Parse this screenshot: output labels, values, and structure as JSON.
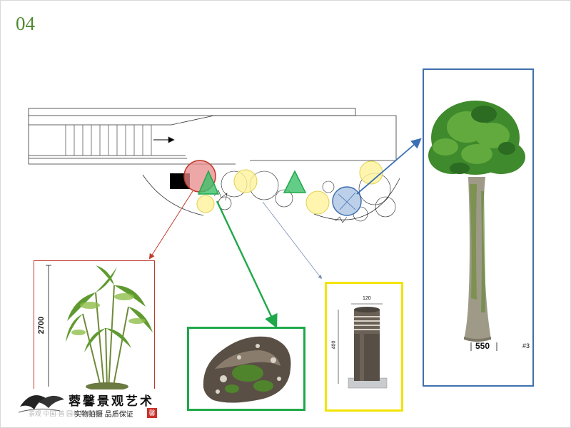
{
  "page": {
    "number": "04"
  },
  "colors": {
    "palm_box": "#c0392b",
    "rock_box": "#1fa84a",
    "lamp_box": "#f2e400",
    "tree_box": "#3f6fae",
    "arrow_blue": "#3a6fb5",
    "arrow_green": "#1fa84a",
    "arrow_red": "#c0392b"
  },
  "items": {
    "palm": {
      "height_label": "2700"
    },
    "lamp": {
      "width_label": "120",
      "height_label": "400"
    },
    "tree": {
      "width_label": "550",
      "tag": "#3"
    }
  },
  "brand": {
    "name": "蓉馨景观艺术",
    "slogan": "实物拍摄  品质保证",
    "seal": "馨",
    "watermark": "景观  中国·普  园林景观网"
  },
  "icons": [
    "tree-illustration",
    "palm-illustration",
    "rock-illustration",
    "bollard-lamp-illustration",
    "logo-bird-icon"
  ]
}
